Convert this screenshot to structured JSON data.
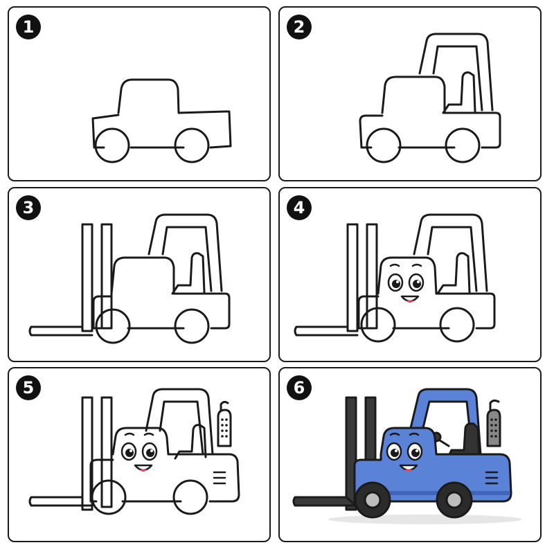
{
  "steps": [
    {
      "number": "1"
    },
    {
      "number": "2"
    },
    {
      "number": "3"
    },
    {
      "number": "4"
    },
    {
      "number": "5"
    },
    {
      "number": "6"
    }
  ],
  "colors": {
    "outline": "#1a1a1a",
    "body_blue": "#5a82d6",
    "body_blue_dark": "#3f64b8",
    "mast_gray": "#3a3a3a",
    "tire": "#2b2b2b",
    "hub": "#bdbdbd",
    "seat": "#333333"
  }
}
